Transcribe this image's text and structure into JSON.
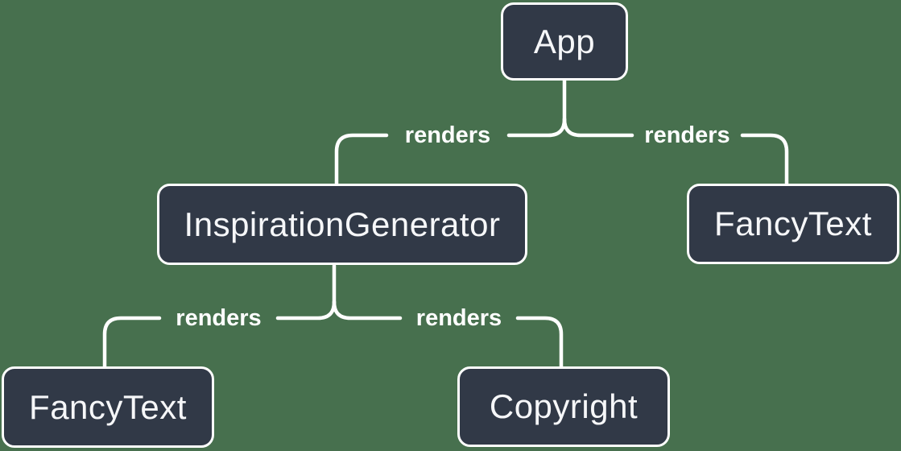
{
  "colors": {
    "background": "#47704E",
    "node_fill": "#313947",
    "node_border": "#FFFFFF",
    "node_text": "#F6F7F9",
    "edge_line": "#FFFFFF",
    "edge_label_text": "#FFFFFF"
  },
  "diagram": {
    "type": "component-render-tree",
    "nodes": [
      {
        "id": "app",
        "label": "App"
      },
      {
        "id": "inspiration-generator",
        "label": "InspirationGenerator"
      },
      {
        "id": "fancy-text-right",
        "label": "FancyText"
      },
      {
        "id": "fancy-text-left",
        "label": "FancyText"
      },
      {
        "id": "copyright",
        "label": "Copyright"
      }
    ],
    "edges": [
      {
        "from": "App",
        "to": "InspirationGenerator",
        "label": "renders"
      },
      {
        "from": "App",
        "to": "FancyText",
        "label": "renders"
      },
      {
        "from": "InspirationGenerator",
        "to": "FancyText",
        "label": "renders"
      },
      {
        "from": "InspirationGenerator",
        "to": "Copyright",
        "label": "renders"
      }
    ]
  }
}
